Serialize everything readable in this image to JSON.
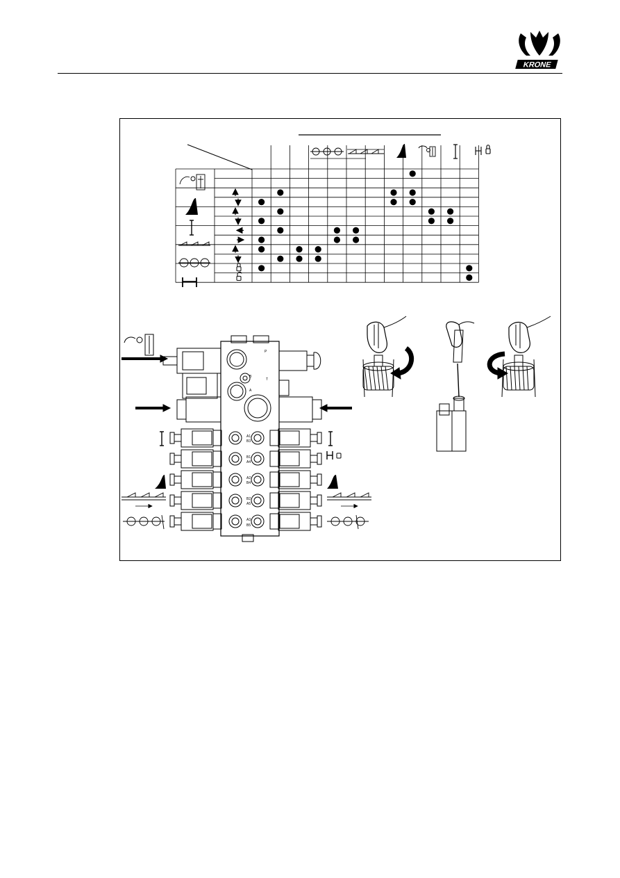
{
  "brand": {
    "name": "KRONE"
  },
  "table": {
    "row_groups": [
      {
        "icon": "joystick-icon",
        "rows": [
          {
            "arrow": "none",
            "dots": [
              0,
              0,
              0,
              0,
              0,
              0,
              0,
              0,
              1,
              0,
              0,
              0
            ]
          },
          {
            "arrow": "none",
            "dots": [
              0,
              0,
              0,
              0,
              0,
              0,
              0,
              0,
              0,
              0,
              0,
              0
            ]
          }
        ]
      },
      {
        "icon": "crop-divider-icon",
        "rows": [
          {
            "arrow": "up",
            "dots": [
              0,
              1,
              0,
              0,
              0,
              0,
              0,
              1,
              1,
              0,
              0,
              0
            ]
          },
          {
            "arrow": "down",
            "dots": [
              1,
              0,
              0,
              0,
              0,
              0,
              0,
              1,
              1,
              0,
              0,
              0
            ]
          }
        ]
      },
      {
        "icon": "lift-cylinder-icon",
        "rows": [
          {
            "arrow": "up",
            "dots": [
              0,
              1,
              0,
              0,
              0,
              0,
              0,
              0,
              0,
              1,
              1,
              0
            ]
          },
          {
            "arrow": "down",
            "dots": [
              1,
              0,
              0,
              0,
              0,
              0,
              0,
              0,
              0,
              1,
              1,
              0
            ]
          }
        ]
      },
      {
        "icon": "knife-bar-icon",
        "rows": [
          {
            "arrow": "left",
            "dots": [
              0,
              1,
              0,
              0,
              1,
              1,
              0,
              0,
              0,
              0,
              0,
              0
            ]
          },
          {
            "arrow": "right",
            "dots": [
              1,
              0,
              0,
              0,
              1,
              1,
              0,
              0,
              0,
              0,
              0,
              0
            ]
          }
        ]
      },
      {
        "icon": "drum-row-icon",
        "rows": [
          {
            "arrow": "up",
            "dots": [
              1,
              0,
              1,
              1,
              0,
              0,
              0,
              0,
              0,
              0,
              0,
              0
            ]
          },
          {
            "arrow": "down",
            "dots": [
              0,
              1,
              1,
              1,
              0,
              0,
              0,
              0,
              0,
              0,
              0,
              0
            ]
          }
        ]
      },
      {
        "icon": "frame-icon",
        "rows": [
          {
            "arrow": "lock-closed",
            "dots": [
              1,
              0,
              0,
              0,
              0,
              0,
              0,
              0,
              0,
              0,
              0,
              1
            ]
          },
          {
            "arrow": "lock-open",
            "dots": [
              0,
              0,
              0,
              0,
              0,
              0,
              0,
              0,
              0,
              0,
              0,
              1
            ]
          }
        ]
      }
    ]
  },
  "block_labels": [
    "P",
    "B",
    "A",
    "T",
    "A1",
    "B1",
    "A2",
    "B2",
    "A3",
    "B3",
    "A4",
    "B4",
    "A5",
    "B5"
  ]
}
